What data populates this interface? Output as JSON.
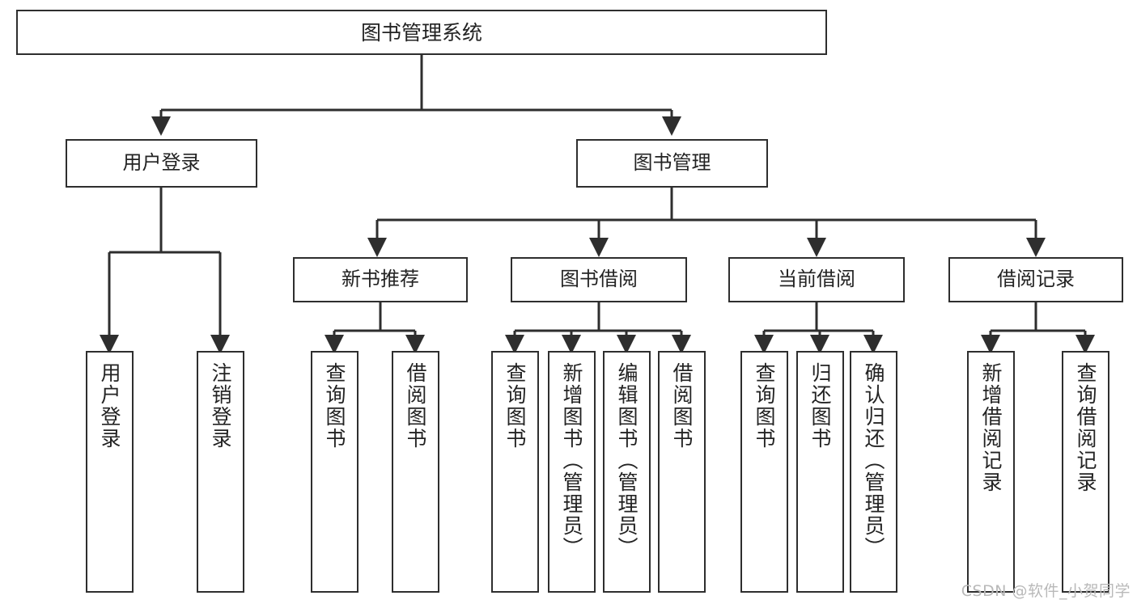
{
  "diagram": {
    "title": "图书管理系统",
    "watermark": "CSDN @软件_小贺同学",
    "line_color": "#2e2e2e",
    "background_color": "#ffffff",
    "text_color": "#232323",
    "nodes": {
      "root": {
        "label": "图书管理系统"
      },
      "level2": [
        {
          "id": "user-login",
          "label": "用户登录"
        },
        {
          "id": "book-manage",
          "label": "图书管理"
        }
      ],
      "level3": [
        {
          "id": "new-book-recommend",
          "label": "新书推荐"
        },
        {
          "id": "book-borrow",
          "label": "图书借阅"
        },
        {
          "id": "current-borrow",
          "label": "当前借阅"
        },
        {
          "id": "borrow-record",
          "label": "借阅记录"
        }
      ],
      "leaves": [
        {
          "id": "leaf-user-login",
          "label": "用户登录",
          "parent": "user-login"
        },
        {
          "id": "leaf-logout-login",
          "label": "注销登录",
          "parent": "user-login"
        },
        {
          "id": "leaf-query-book-1",
          "label": "查询图书",
          "parent": "new-book-recommend"
        },
        {
          "id": "leaf-borrow-book-1",
          "label": "借阅图书",
          "parent": "new-book-recommend"
        },
        {
          "id": "leaf-query-book-2",
          "label": "查询图书",
          "parent": "book-borrow"
        },
        {
          "id": "leaf-add-book",
          "label": "新增图书（管理员）",
          "parent": "book-borrow"
        },
        {
          "id": "leaf-edit-book",
          "label": "编辑图书（管理员）",
          "parent": "book-borrow"
        },
        {
          "id": "leaf-borrow-book-2",
          "label": "借阅图书",
          "parent": "book-borrow"
        },
        {
          "id": "leaf-query-book-3",
          "label": "查询图书",
          "parent": "current-borrow"
        },
        {
          "id": "leaf-return-book",
          "label": "归还图书",
          "parent": "current-borrow"
        },
        {
          "id": "leaf-confirm-return",
          "label": "确认归还（管理员）",
          "parent": "current-borrow"
        },
        {
          "id": "leaf-add-record",
          "label": "新增借阅记录",
          "parent": "borrow-record"
        },
        {
          "id": "leaf-query-record",
          "label": "查询借阅记录",
          "parent": "borrow-record"
        }
      ]
    }
  }
}
